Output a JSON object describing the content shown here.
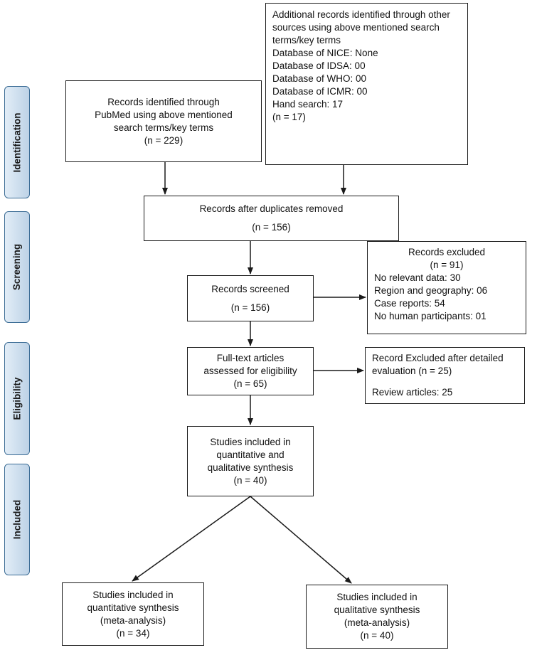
{
  "stages": [
    "Identification",
    "Screening",
    "Eligibility",
    "Included"
  ],
  "boxes": {
    "pubmed": [
      "Records identified through",
      "PubMed using above mentioned",
      "search terms/key terms",
      "(n = 229)"
    ],
    "other_sources": [
      "Additional records identified through other",
      "sources using above mentioned search",
      "terms/key terms",
      "Database of NICE: None",
      "Database of IDSA: 00",
      "Database of WHO: 00",
      "Database of ICMR: 00",
      "Hand search: 17",
      "(n = 17)"
    ],
    "duplicates_removed": [
      "Records after duplicates removed",
      "(n = 156)"
    ],
    "screened": [
      "Records screened",
      "(n = 156)"
    ],
    "excluded": [
      "Records excluded",
      "(n = 91)",
      "No relevant data: 30",
      "Region and geography: 06",
      "Case reports: 54",
      "No human participants: 01"
    ],
    "full_text": [
      "Full-text articles",
      "assessed for eligibility",
      "(n = 65)"
    ],
    "excluded_detailed": [
      "Record Excluded after detailed",
      "evaluation (n = 25)",
      "Review articles: 25"
    ],
    "included": [
      "Studies included in",
      "quantitative and",
      "qualitative synthesis",
      "(n = 40)"
    ],
    "quantitative": [
      "Studies included in",
      "quantitative synthesis",
      "(meta-analysis)",
      "(n = 34)"
    ],
    "qualitative": [
      "Studies included in",
      "qualitative synthesis",
      "(meta-analysis)",
      "(n = 40)"
    ]
  }
}
